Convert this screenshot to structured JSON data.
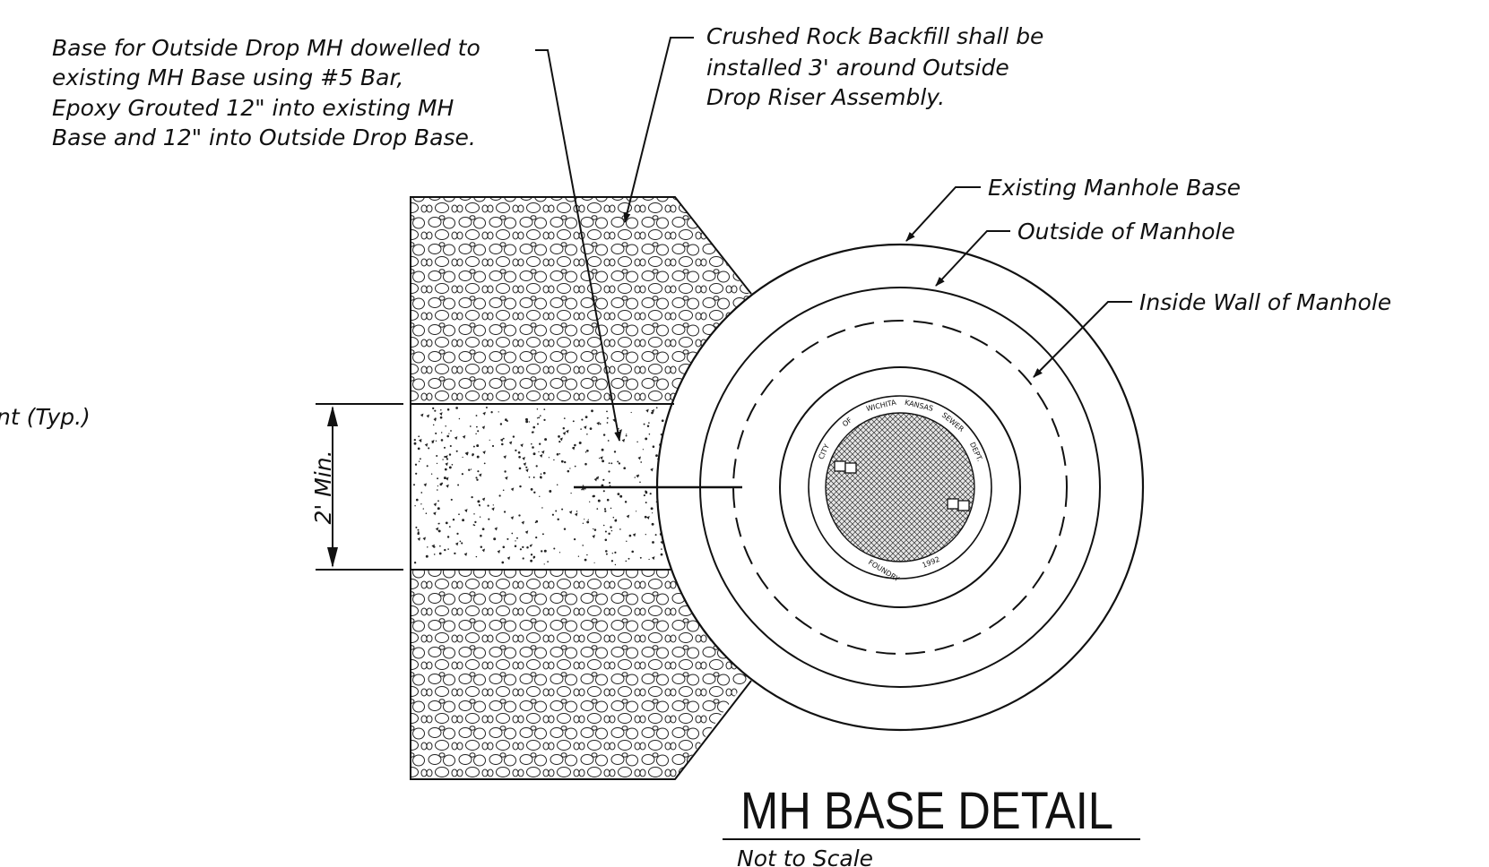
{
  "notes": {
    "dowel": [
      "Base for Outside Drop MH dowelled to",
      "existing MH Base using #5 Bar,",
      "Epoxy Grouted 12\" into existing MH",
      "Base and 12\" into Outside Drop Base."
    ],
    "backfill": [
      "Crushed Rock Backfill shall be",
      "installed 3' around Outside",
      "Drop Riser Assembly."
    ],
    "existing_base": "Existing Manhole Base",
    "outside_manhole": "Outside of Manhole",
    "inside_wall": "Inside Wall of Manhole",
    "left_cut": "nt (Typ.)"
  },
  "dimension": {
    "label": "2' Min."
  },
  "lid": {
    "seal_text": [
      "CITY",
      "OF",
      "WICHITA",
      "KANSAS",
      "SEWER",
      "DEPT."
    ],
    "foundry": "FOUNDRY",
    "year": "1992"
  },
  "title": {
    "main": "MH BASE DETAIL",
    "sub": "Not to Scale"
  }
}
